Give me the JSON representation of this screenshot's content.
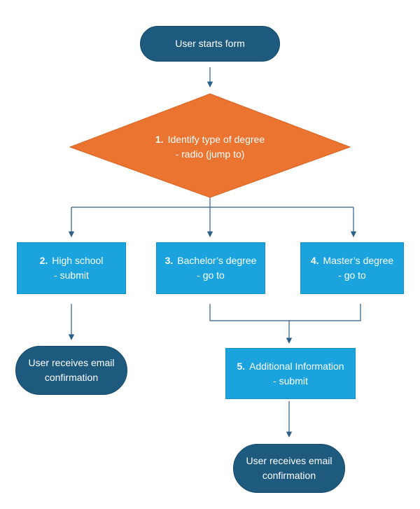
{
  "colors": {
    "terminal": "#1d5a7e",
    "process": "#1aa3dd",
    "decision": "#ec7431",
    "connector": "#2c5f86",
    "text": "#ffffff"
  },
  "nodes": {
    "start": {
      "label": "User starts form"
    },
    "decision": {
      "number": "1.",
      "title": "Identify type of degree",
      "sub": "- radio (jump to)"
    },
    "high_school": {
      "number": "2.",
      "title": "High school",
      "sub": "- submit"
    },
    "bachelor": {
      "number": "3.",
      "title": "Bachelor’s degree",
      "sub": "- go to"
    },
    "master": {
      "number": "4.",
      "title": "Master’s degree",
      "sub": "- go to"
    },
    "additional": {
      "number": "5.",
      "title": "Additional Information",
      "sub": "- submit"
    },
    "end_left": {
      "line1": "User receives email",
      "line2": "confirmation"
    },
    "end_right": {
      "line1": "User receives email",
      "line2": "confirmation"
    }
  }
}
